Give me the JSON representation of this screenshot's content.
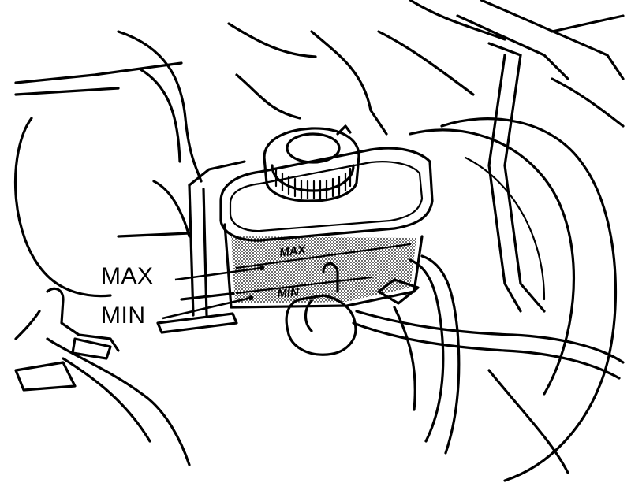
{
  "callouts": {
    "max_label": "MAX",
    "min_label": "MIN"
  },
  "reservoir_markings": {
    "max_text": "MAX",
    "min_text": "MIN"
  },
  "colors": {
    "ink": "#000000",
    "paper": "#ffffff"
  }
}
